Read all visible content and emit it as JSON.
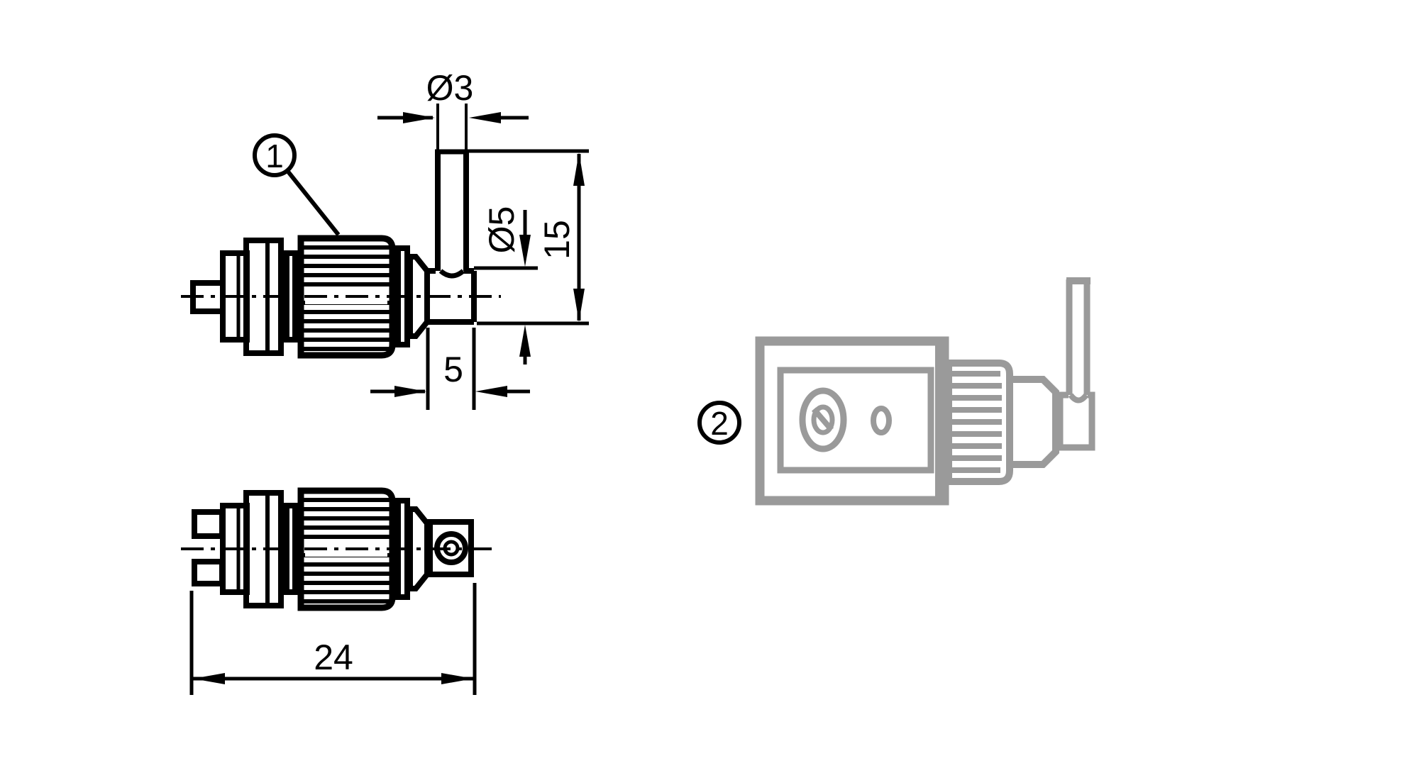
{
  "colors": {
    "ink": "#000000",
    "ghost": "#9a9a9a",
    "background": "#ffffff"
  },
  "callouts": {
    "part1": "1",
    "part2": "2"
  },
  "dimensions": {
    "tube_diameter": "Ø3",
    "socket_diameter": "Ø5",
    "tube_height": "15",
    "socket_length": "5",
    "overall_length": "24"
  }
}
